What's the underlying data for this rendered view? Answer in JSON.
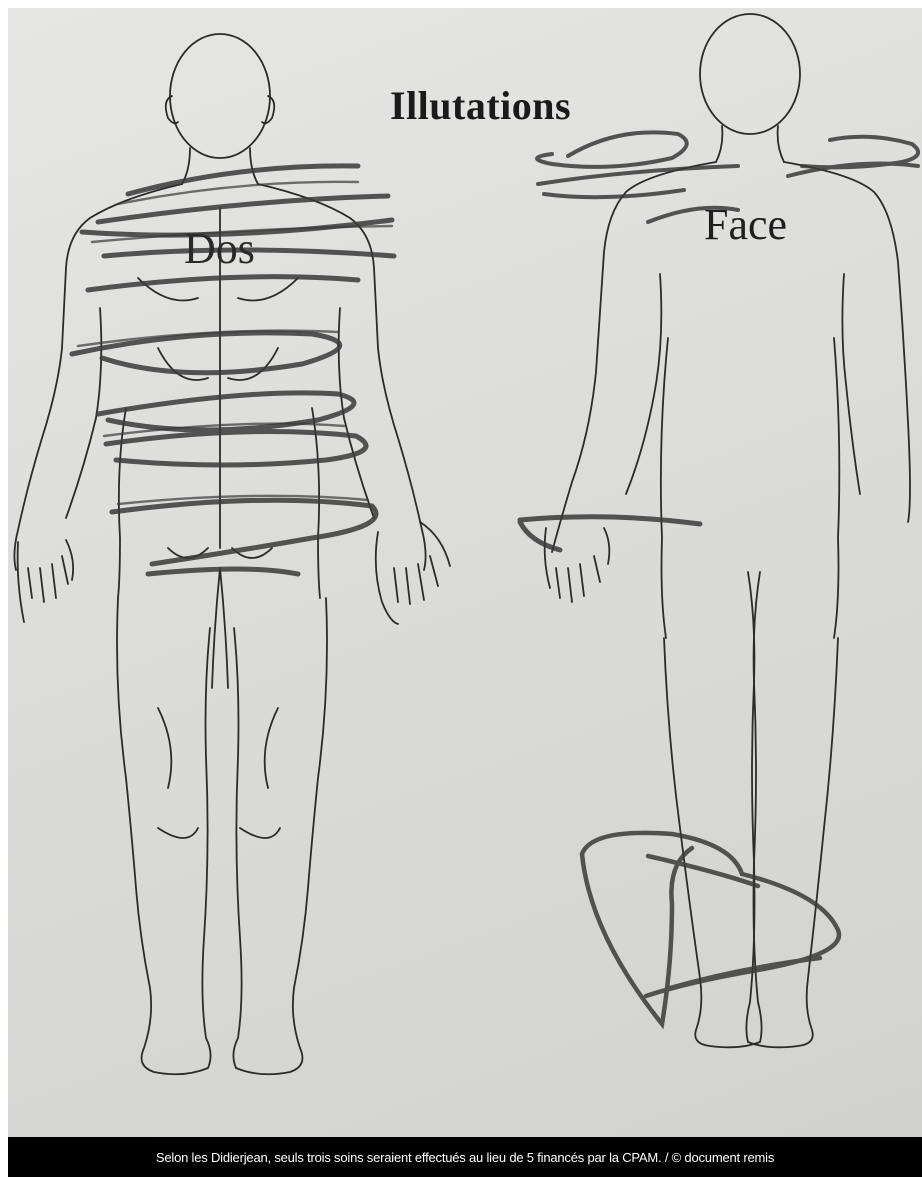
{
  "diagram": {
    "title": "Illutations",
    "views": [
      {
        "label": "Dos"
      },
      {
        "label": "Face"
      }
    ]
  },
  "caption": "Selon les Didierjean, seuls trois soins seraient effectués au lieu de 5 financés par la CPAM. / © document remis"
}
